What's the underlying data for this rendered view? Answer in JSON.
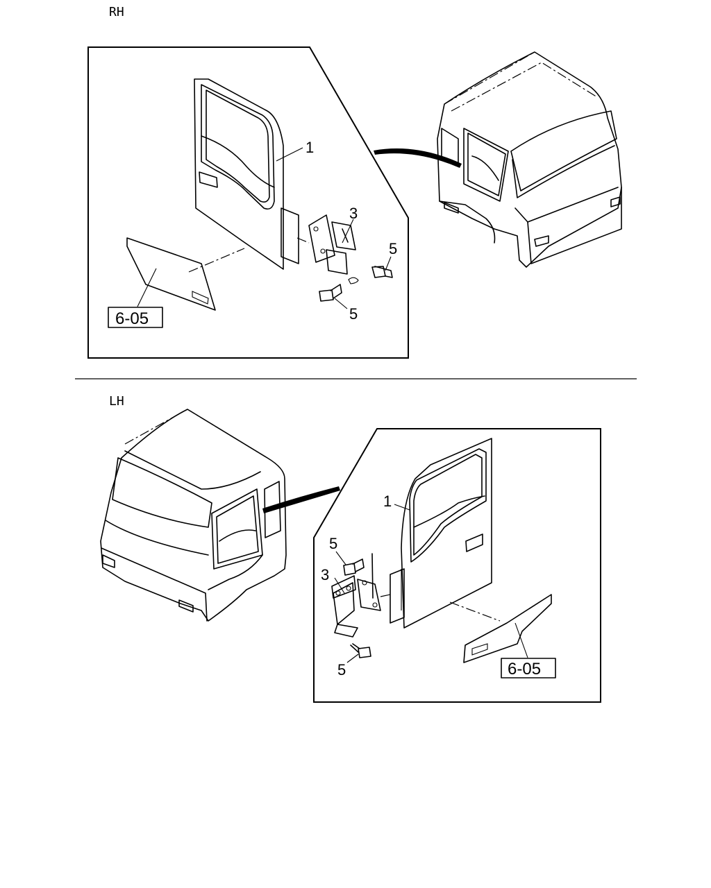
{
  "sections": [
    {
      "label": "RH",
      "callouts": {
        "door": "1",
        "hinge": "3",
        "bolt_upper": "5",
        "bolt_lower": "5"
      },
      "reference": "6-05"
    },
    {
      "label": "LH",
      "callouts": {
        "door": "1",
        "hinge": "3",
        "bolt_upper": "5",
        "bolt_lower": "5"
      },
      "reference": "6-05"
    }
  ]
}
